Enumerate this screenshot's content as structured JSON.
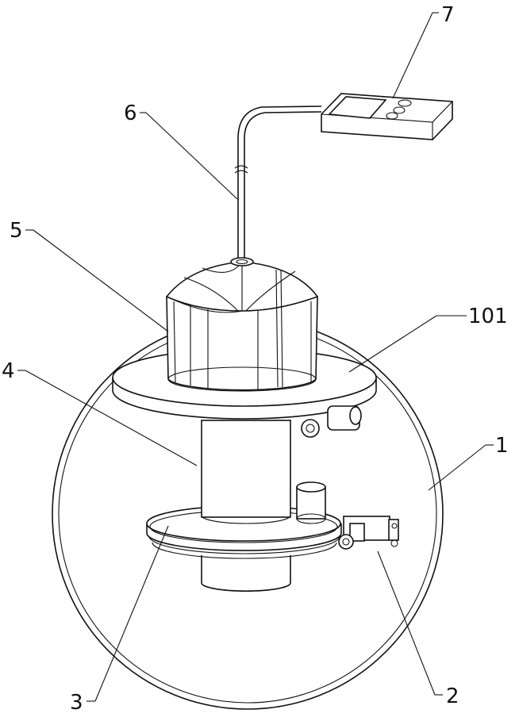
{
  "figure": {
    "labels": {
      "l1": "1",
      "l2": "2",
      "l3": "3",
      "l4": "4",
      "l5": "5",
      "l6": "6",
      "l7": "7",
      "l101": "101"
    },
    "parts": [
      "outer-ring",
      "motor-2",
      "lower-plate-3",
      "column-4",
      "cage-5",
      "cable-6",
      "controller-7",
      "upper-plate-101"
    ]
  }
}
